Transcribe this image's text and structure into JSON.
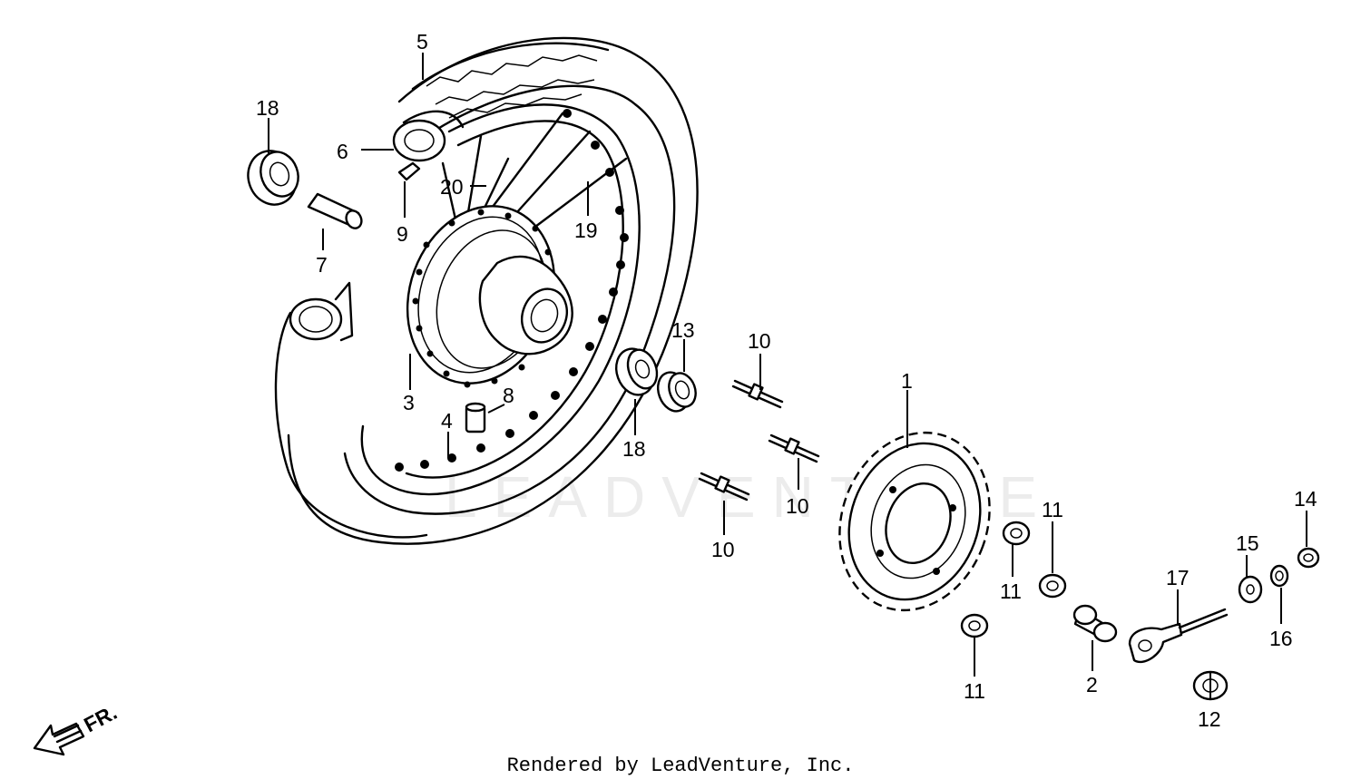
{
  "callouts": [
    {
      "id": "c1",
      "text": "1"
    },
    {
      "id": "c2",
      "text": "2"
    },
    {
      "id": "c3",
      "text": "3"
    },
    {
      "id": "c4",
      "text": "4"
    },
    {
      "id": "c5",
      "text": "5"
    },
    {
      "id": "c6",
      "text": "6"
    },
    {
      "id": "c7",
      "text": "7"
    },
    {
      "id": "c8",
      "text": "8"
    },
    {
      "id": "c9",
      "text": "9"
    },
    {
      "id": "c10a",
      "text": "10"
    },
    {
      "id": "c10b",
      "text": "10"
    },
    {
      "id": "c10c",
      "text": "10"
    },
    {
      "id": "c11a",
      "text": "11"
    },
    {
      "id": "c11b",
      "text": "11"
    },
    {
      "id": "c11c",
      "text": "11"
    },
    {
      "id": "c12",
      "text": "12"
    },
    {
      "id": "c13",
      "text": "13"
    },
    {
      "id": "c14",
      "text": "14"
    },
    {
      "id": "c15",
      "text": "15"
    },
    {
      "id": "c16",
      "text": "16"
    },
    {
      "id": "c17",
      "text": "17"
    },
    {
      "id": "c18a",
      "text": "18"
    },
    {
      "id": "c18b",
      "text": "18"
    },
    {
      "id": "c19",
      "text": "19"
    },
    {
      "id": "c20",
      "text": "20"
    }
  ],
  "direction_label": "FR.",
  "watermark": "LEADVENTURE",
  "footer": "Rendered by LeadVenture, Inc."
}
